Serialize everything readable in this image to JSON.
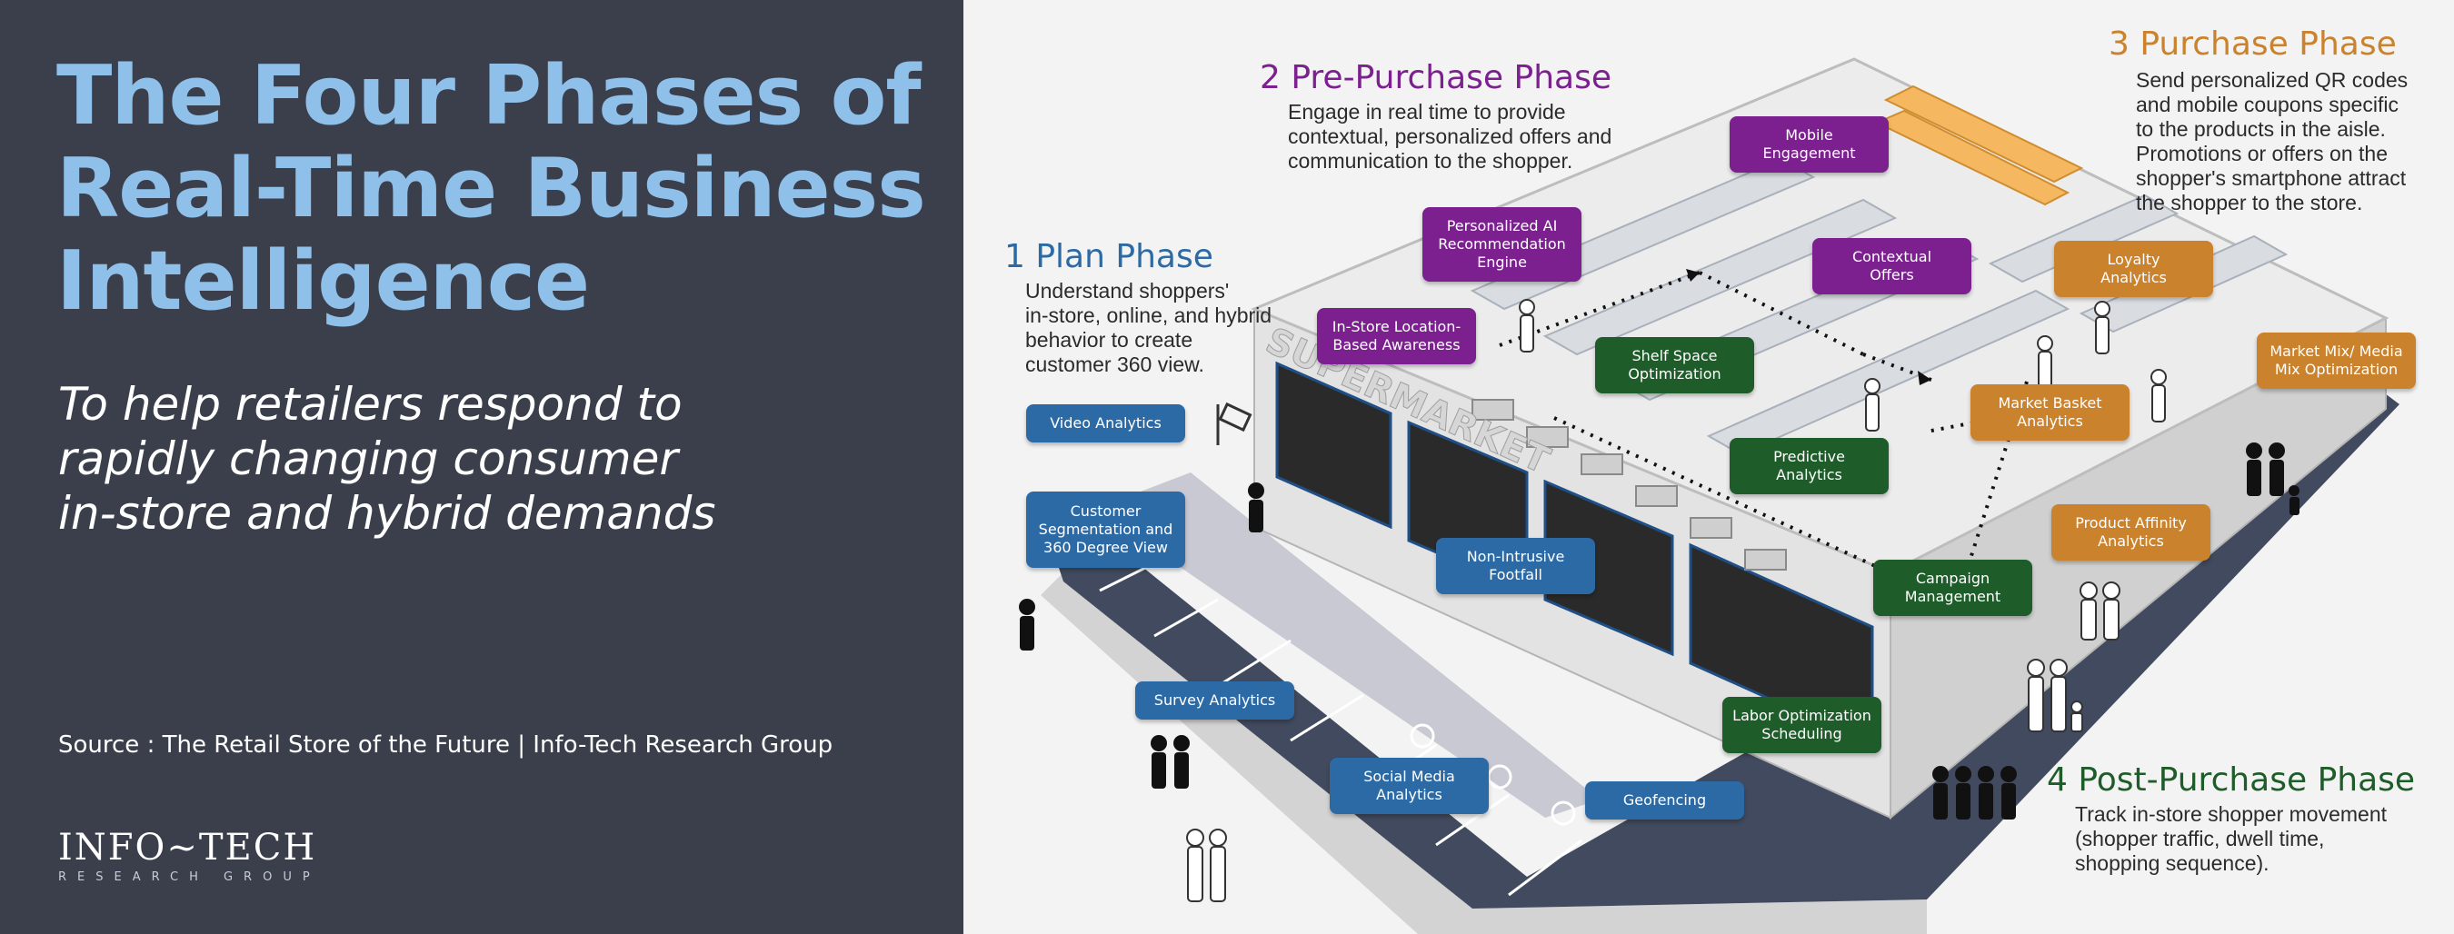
{
  "colors": {
    "left_bg": "#3a3f4b",
    "title_blue": "#8fc0ea",
    "plan_blue": "#2c6aa6",
    "pre_purple": "#7c1f8f",
    "purchase_orange": "#cb822c",
    "post_green": "#1e5c2a"
  },
  "left_panel": {
    "title_lines": [
      "The Four Phases of",
      "Real-Time Business",
      "Intelligence"
    ],
    "subtitle_lines": [
      "To help retailers respond to",
      "rapidly changing consumer",
      "in-store and hybrid demands"
    ],
    "source": "Source : The Retail Store of the Future | Info-Tech Research Group",
    "logo": {
      "main": "INFO~TECH",
      "sub": "RESEARCH GROUP"
    }
  },
  "store_sign": "SUPERMARKET",
  "phases": {
    "plan": {
      "title": "1 Plan Phase",
      "desc_lines": [
        "Understand shoppers'",
        "in-store, online, and hybrid",
        "behavior to create",
        "customer 360 view."
      ]
    },
    "pre_purchase": {
      "title": "2 Pre-Purchase Phase",
      "desc_lines": [
        "Engage in real time to provide",
        "contextual, personalized offers and",
        "communication to the shopper."
      ]
    },
    "purchase": {
      "title": "3 Purchase Phase",
      "desc_lines": [
        "Send personalized QR codes",
        "and mobile coupons specific",
        "to the products in the aisle.",
        "Promotions or offers on the",
        "shopper's smartphone attract",
        "the shopper to the store."
      ]
    },
    "post_purchase": {
      "title": "4 Post-Purchase Phase",
      "desc_lines": [
        "Track in-store shopper movement",
        "(shopper traffic, dwell time,",
        "shopping sequence)."
      ]
    }
  },
  "labels": {
    "video_analytics": [
      "Video Analytics"
    ],
    "customer_segmentation": [
      "Customer",
      "Segmentation and",
      "360 Degree View"
    ],
    "survey_analytics": [
      "Survey Analytics"
    ],
    "social_media": [
      "Social Media",
      "Analytics"
    ],
    "geofencing": [
      "Geofencing"
    ],
    "non_intrusive_footfall": [
      "Non-Intrusive",
      "Footfall"
    ],
    "in_store_location": [
      "In-Store Location-",
      "Based Awareness"
    ],
    "personalized_ai": [
      "Personalized AI",
      "Recommendation",
      "Engine"
    ],
    "mobile_engagement": [
      "Mobile",
      "Engagement"
    ],
    "contextual_offers": [
      "Contextual",
      "Offers"
    ],
    "shelf_space": [
      "Shelf Space",
      "Optimization"
    ],
    "predictive_analytics": [
      "Predictive",
      "Analytics"
    ],
    "campaign_management": [
      "Campaign",
      "Management"
    ],
    "labor_optimization": [
      "Labor Optimization",
      "Scheduling"
    ],
    "loyalty_analytics": [
      "Loyalty",
      "Analytics"
    ],
    "market_mix": [
      "Market Mix/ Media",
      "Mix Optimization"
    ],
    "market_basket": [
      "Market Basket",
      "Analytics"
    ],
    "product_affinity": [
      "Product Affinity",
      "Analytics"
    ]
  }
}
